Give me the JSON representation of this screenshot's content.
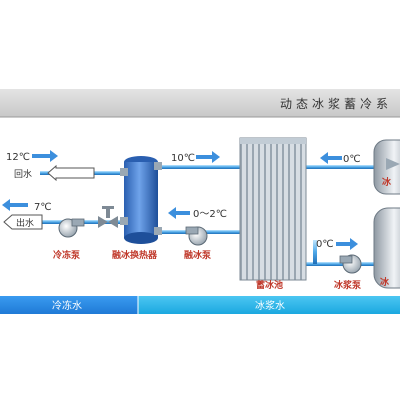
{
  "header": {
    "title": "动态冰浆蓄冷系"
  },
  "inlet": {
    "temp": "12℃",
    "label": "回水"
  },
  "outlet": {
    "temp": "7℃",
    "label": "出水"
  },
  "flows": {
    "to_tank_temp": "10℃",
    "from_tank_temp": "0～2℃",
    "right_temp": "0℃",
    "pump_temp": "0℃"
  },
  "components": {
    "chiller_pump": "冷冻泵",
    "heat_exchanger": "融冰换热器",
    "melt_pump": "融冰泵",
    "storage_tank": "蓄冰池",
    "slurry_pump": "冰浆泵",
    "right_top": "冰",
    "right_bottom": "冰"
  },
  "footer": {
    "left_label": "冷冻水",
    "right_label": "冰浆水"
  }
}
